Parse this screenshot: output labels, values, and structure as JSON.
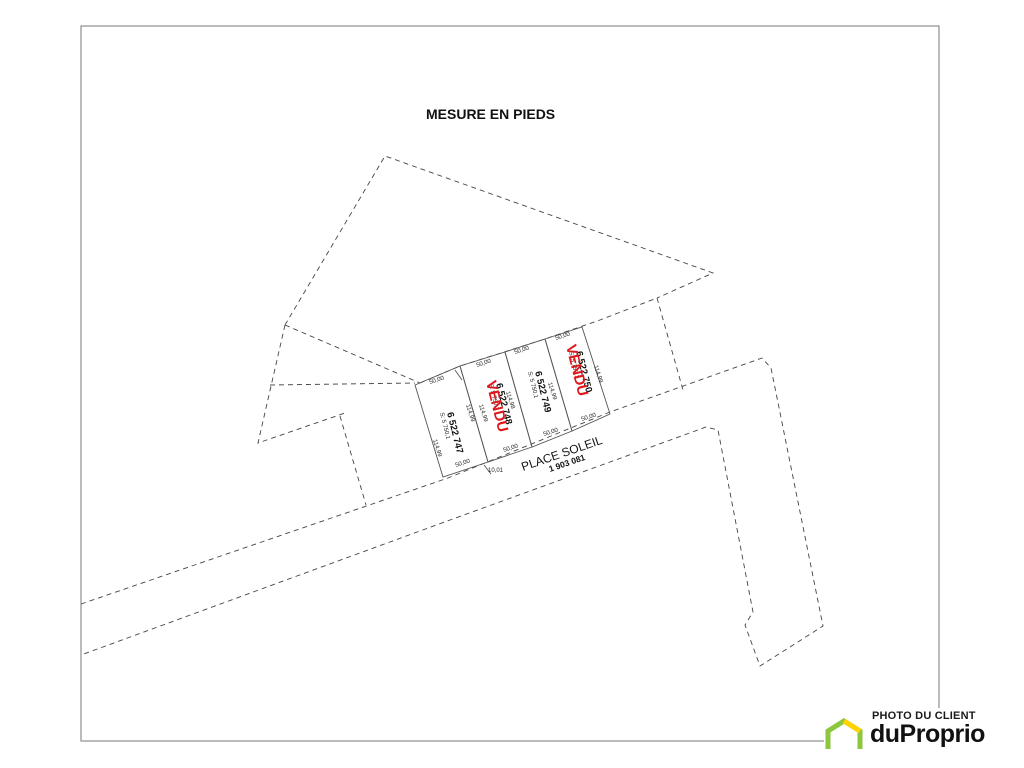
{
  "plan": {
    "title": "MESURE EN PIEDS",
    "street_name": "PLACE SOLEIL",
    "street_lot": "1 903 081",
    "lots": [
      {
        "number": "6 522 747",
        "sub": "S: 5 750,1",
        "status": ""
      },
      {
        "number": "6 522 748",
        "sub": "S: 5 750,1",
        "status": "VENDU"
      },
      {
        "number": "6 522 749",
        "sub": "S: 5 750,1",
        "status": ""
      },
      {
        "number": "6 522 750",
        "sub": "S: 5 750,1",
        "status": "VENDU"
      }
    ],
    "dimensions": {
      "front": "50,00",
      "depth": "114,99",
      "depth_alt": "114,98",
      "corner": "10,01"
    }
  },
  "branding": {
    "caption": "PHOTO DU CLIENT",
    "brand": "duProprio",
    "colors": {
      "green": "#8dc63f",
      "yellow": "#ffd200",
      "text": "#111111"
    }
  }
}
